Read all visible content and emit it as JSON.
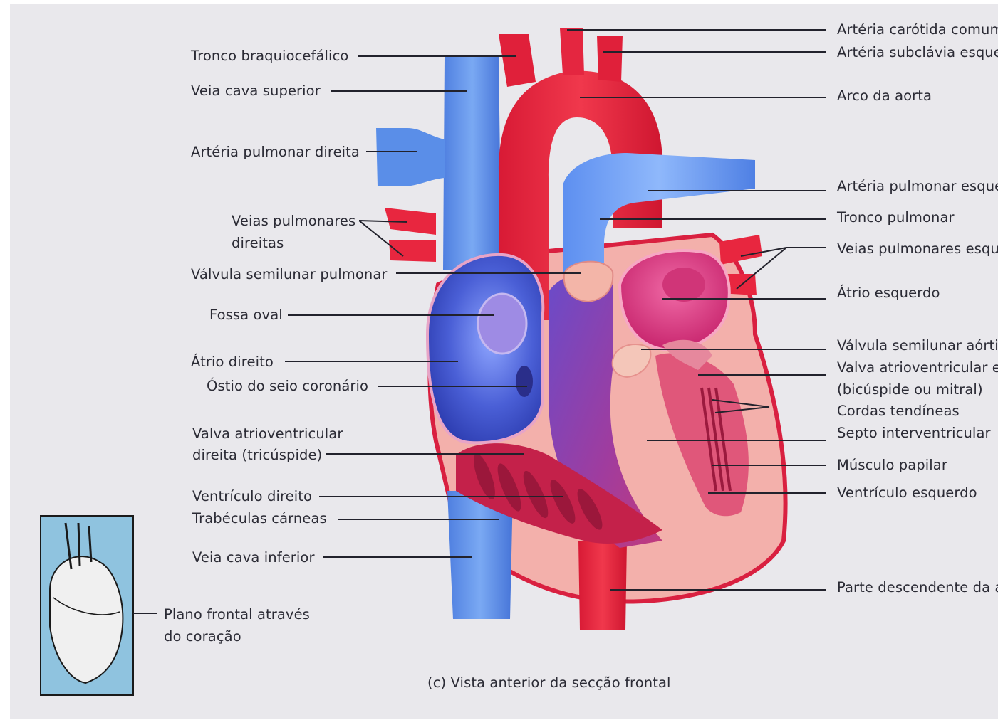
{
  "labels_left": {
    "tronco_braquiocefalico": "Tronco braquiocefálico",
    "veia_cava_superior": "Veia cava superior",
    "arteria_pulmonar_direita": "Artéria pulmonar direita",
    "veias_pulmonares_direitas_l1": "Veias pulmonares",
    "veias_pulmonares_direitas_l2": "direitas",
    "valvula_semilunar_pulmonar": "Válvula semilunar pulmonar",
    "fossa_oval": "Fossa oval",
    "atrio_direito": "Átrio direito",
    "ostio_seio_coronario": "Óstio do seio coronário",
    "valva_av_direita_l1": "Valva atrioventricular",
    "valva_av_direita_l2": "direita (tricúspide)",
    "ventriculo_direito": "Ventrículo direito",
    "trabeculas_carneas": "Trabéculas cárneas",
    "veia_cava_inferior": "Veia cava inferior"
  },
  "labels_right": {
    "arteria_carotida_comum": "Artéria carótida comum",
    "arteria_subclavia": "Artéria subclávia esquerd",
    "arco_aorta": "Arco da aorta",
    "arteria_pulmonar_esquerda": "Artéria pulmonar esquer",
    "tronco_pulmonar": "Tronco pulmonar",
    "veias_pulmonares_esquerdas": "Veias pulmonares esque",
    "atrio_esquerdo": "Átrio esquerdo",
    "valvula_semilunar_aortica": "Válvula semilunar aórtic",
    "valva_av_esquerda_l1": "Valva atrioventricular es",
    "valva_av_esquerda_l2": "(bicúspide ou mitral)",
    "cordas_tendineas": "Cordas tendíneas",
    "septo_interventricular": "Septo interventricular",
    "musculo_papilar": "Músculo papilar",
    "ventriculo_esquerdo": "Ventrículo esquerdo",
    "parte_descendente_aorta": "Parte descendente da a"
  },
  "inset": {
    "label_l1": "Plano frontal através",
    "label_l2": "do coração"
  },
  "caption": "(c) Vista anterior da secção frontal",
  "colors": {
    "background": "#e9e8ec",
    "artery_red": "#e0203a",
    "vein_blue": "#5b8fe6",
    "myocardium_pink": "#f2a8a4",
    "inset_blue": "#8fc3df"
  }
}
